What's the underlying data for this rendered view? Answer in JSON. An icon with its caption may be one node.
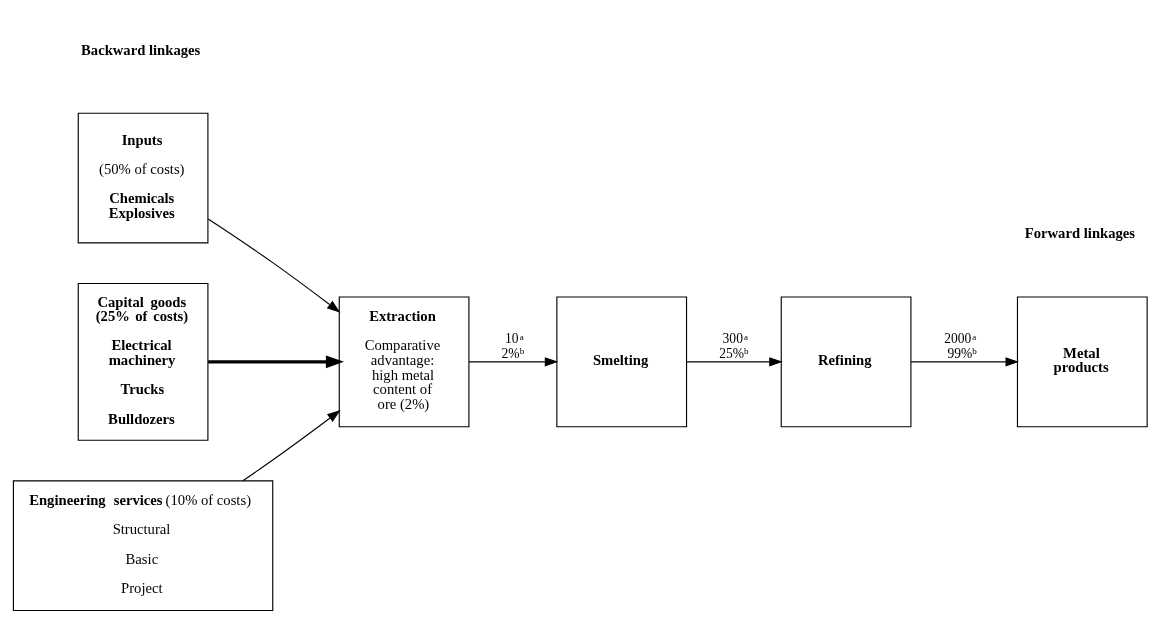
{
  "diagram": {
    "nodes": [
      {
        "text": [
          "Inputs",
          "(50% of costs)",
          "Chemicals Explosives"
        ]
      },
      {
        "text": [
          "Extraction",
          "Comparative advantage: high metal content of ore (2%)"
        ]
      },
      {
        "text": [
          "Smelting"
        ]
      },
      {
        "text": [
          "Refining"
        ]
      },
      {
        "text": [
          "Metal products"
        ]
      },
      {
        "text": [
          "Capital goods (25% of costs)",
          "Electrical machinery",
          "Trucks",
          "Bulldozers"
        ]
      },
      {
        "text": [
          "**Engineering services** (10% of costs)",
          "Structural",
          "Basic",
          "Project"
        ]
      }
    ],
    "edges": [
      {
        "from": 0,
        "to": 1,
        "arrow": "to"
      },
      {
        "from": 1,
        "to": 2,
        "arrow": "to",
        "label": "10$^{a}$ 2%$^{b}$"
      },
      {
        "from": 2,
        "to": 3,
        "arrow": "to",
        "label": "300$^{a}$ 25%$^{b}$"
      },
      {
        "from": 3,
        "to": 4,
        "arrow": "to",
        "label": "2000$^{a}$ 99%$^{b}$"
      },
      {
        "from": 5,
        "to": 1,
        "arrow": "to",
        "style": "thick"
      },
      {
        "from": 6,
        "to": 1,
        "arrow": "to"
      }
    ],
    "labels": [
      "Backward linkages",
      "Forward linkages"
    ]
  }
}
